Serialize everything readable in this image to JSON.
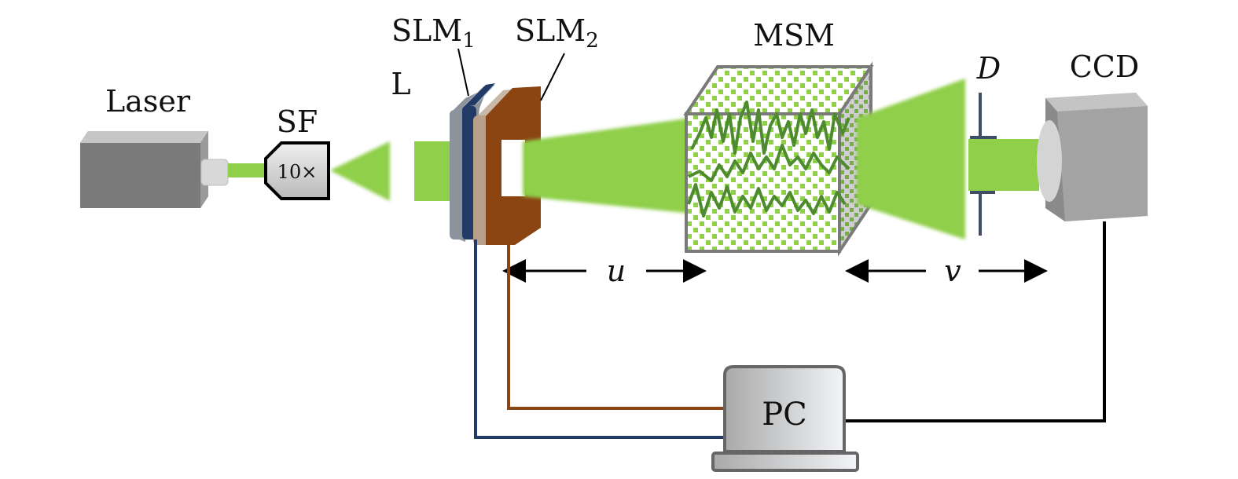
{
  "labels": {
    "laser": "Laser",
    "sf": "SF",
    "sf_magnification": "10×",
    "lens": "L",
    "slm1_main": "SLM",
    "slm1_sub": "1",
    "slm2_main": "SLM",
    "slm2_sub": "2",
    "msm": "MSM",
    "aperture": "D",
    "ccd": "CCD",
    "pc": "PC",
    "distance_u": "u",
    "distance_v": "v"
  },
  "colors": {
    "beam": "#8fcf4a",
    "slm1": "#213a66",
    "slm2": "#8b4513",
    "device_gray": "#9a9a9a",
    "msm_pattern": "#8fcf4a",
    "msm_paths": "#4e8a2e",
    "cable_ccd": "#000000",
    "aperture": "#3d4e66"
  }
}
